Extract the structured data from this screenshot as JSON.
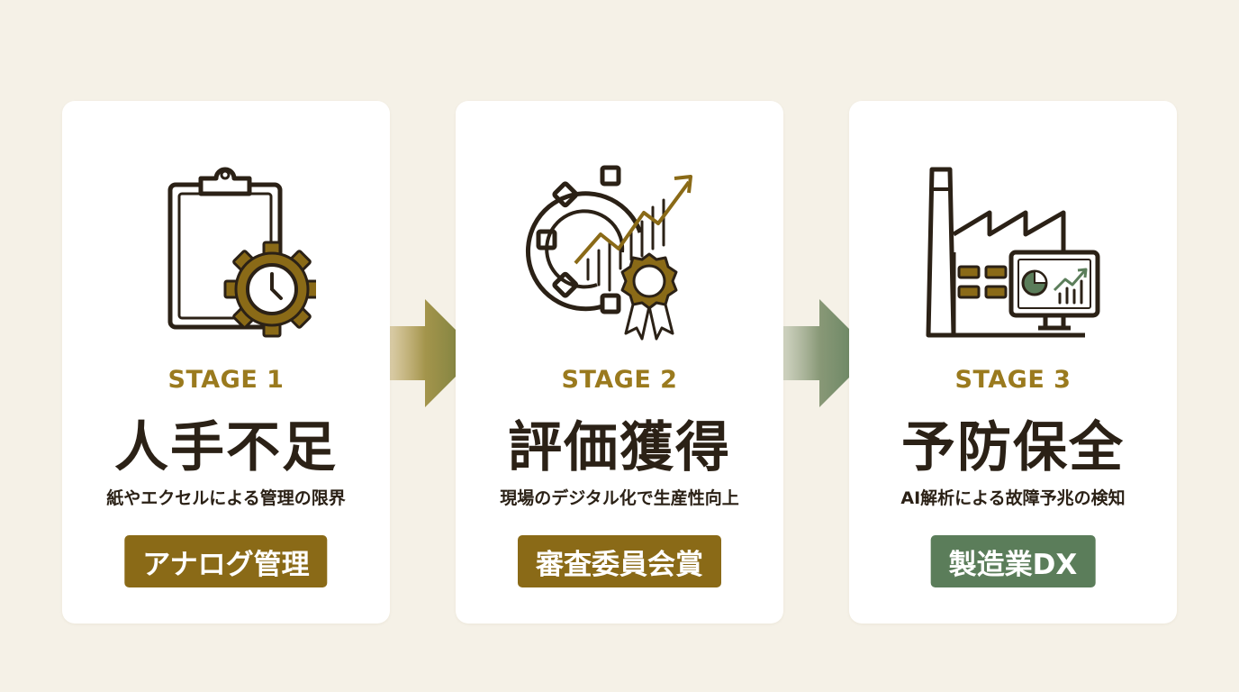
{
  "stages": [
    {
      "label": "STAGE 1",
      "title": "人手不足",
      "description": "紙やエクセルによる管理の限界",
      "badge": "アナログ管理",
      "badge_color": "#8a6a17",
      "icon": "clipboard-gear-clock-icon"
    },
    {
      "label": "STAGE 2",
      "title": "評価獲得",
      "description": "現場のデジタル化で生産性向上",
      "badge": "審査委員会賞",
      "badge_color": "#8a6a17",
      "icon": "gear-growth-chart-award-icon"
    },
    {
      "label": "STAGE 3",
      "title": "予防保全",
      "description": "AI解析による故障予兆の検知",
      "badge": "製造業DX",
      "badge_color": "#5b7d5a",
      "icon": "factory-monitor-icon"
    }
  ],
  "colors": {
    "background": "#f5f1e7",
    "gold": "#9a7a1e",
    "dark": "#2b2116",
    "green": "#5b7d5a"
  }
}
